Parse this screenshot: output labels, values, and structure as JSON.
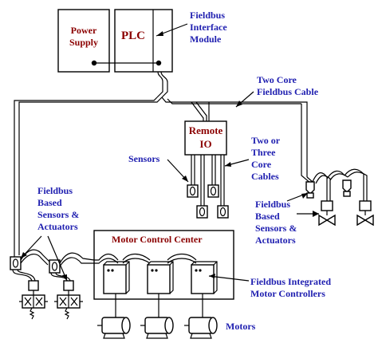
{
  "blocks": {
    "power_supply": [
      "Power",
      "Supply"
    ],
    "plc": "PLC",
    "remote_io": [
      "Remote",
      "IO"
    ],
    "mcc": "Motor Control Center"
  },
  "labels": {
    "fieldbus_interface_module": [
      "Fieldbus",
      "Interface",
      "Module"
    ],
    "two_core_cable": [
      "Two Core",
      "Fieldbus Cable"
    ],
    "sensors": "Sensors",
    "two_three_core": [
      "Two or",
      "Three",
      "Core",
      "Cables"
    ],
    "fb_sensors_left": [
      "Fieldbus",
      "Based",
      "Sensors &",
      "Actuators"
    ],
    "fb_sensors_right": [
      "Fieldbus",
      "Based",
      "Sensors &",
      "Actuators"
    ],
    "fb_motor_controllers": [
      "Fieldbus Integrated",
      "Motor Controllers"
    ],
    "motors": "Motors"
  },
  "colors": {
    "label_blue": "#1f1fb0",
    "block_red": "#8b0000",
    "line": "#000000"
  }
}
